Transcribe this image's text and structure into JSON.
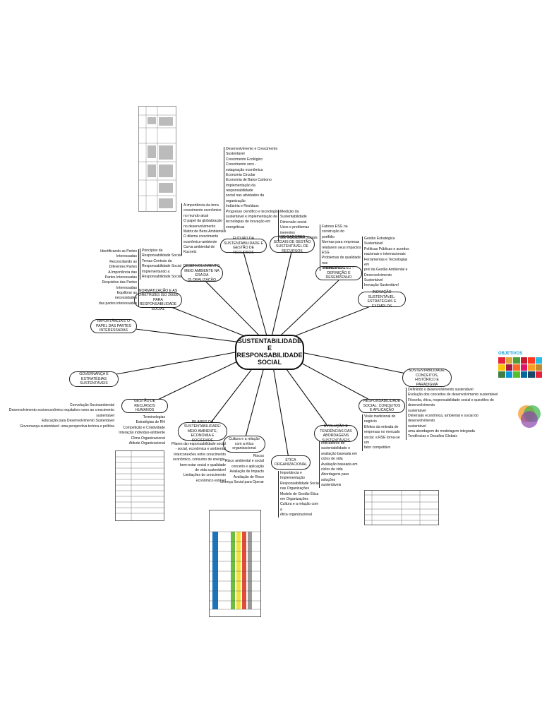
{
  "center": {
    "title": "SUSTENTABILIDADE E RESPONSABILIDADE SOCIAL"
  },
  "nodes": {
    "importancia": "IMPORTÂNCIA E O PAPEL DAS PARTES INTERESSADAS",
    "normatizacao": "NORMATIZAÇÃO E AS DIRETRIZES ISO 26000 PARA RESPONSABILIDADE SOCIAL",
    "desenvolvimento": "DESENVOLVIMENTO, MEIO AMBIENTE NA ERA DA GLOBALIZAÇÃO",
    "futuro": "FUTURO DA SUSTENTABILIDADE E GESTÃO DE RECURSOS",
    "indicadores": "INDICADORES SOCIAIS DE GESTÃO SUSTENTÁVEL DE RECURSOS",
    "principio": "PRINCIPIO ESG – DEFINIÇÃO E DESEMPENHO",
    "inovacao": "INOVAÇÃO SUSTENTÁVEL: ESTRATÉGIAS E EXEMPLOS",
    "conceitos": "SUSTENTABILIDADE: CONCEITOS, HISTÓRICO E PARADIGMA",
    "rs_conceitos": "RESPONSABILIDADE SOCIAL: CONCEITOS E APLICAÇÃO",
    "evolucao": "EVOLUÇÃO E TENDÊNCIAS DAS ABORDAGENS SUSTENTÁVEIS",
    "etica": "ÉTICA ORGANIZACIONAL",
    "cultura": "Cultura e a relação com a ética organizacional",
    "pilares": "PILARES DA SUSTENTABILIDADE: MEIO AMBIENTE, ECONOMIA E SOCIEDADE",
    "gestao_rh": "GESTÃO DE RECURSOS HUMANOS",
    "governanca": "GOVERNANÇA E ESTRATÉGIAS SUSTENTÁVEIS"
  },
  "texts": {
    "partes": "Identificando as Partes\nInteressadas\nReconciliando as\nDiferentes Partes\nA Importância das\nPartes Interessadas\nRequisitos das Partes\nInteressadas\nEquilibrar as necessidades\ndas partes interessadas",
    "iso": "Princípios da\nResponsabilidade Social\nTemas Centrais da\nResponsabilidade Social\nImplementando a\nResponsabilidade Social",
    "globalizacao": "A importância da terra\ncrescimento econômico\nno mundo atual\nO papel da globalização\nno desenvolvimento\nMatriz de Bens Ambientais\nO dilema crescimento\neconômico-ambiente\nCurva ambiental de Kuznets",
    "futuro": "Desenvolvimento e Crescimento\nSustentável\nCrescimento Ecológico\nCrescimento zero -\nestagnação econômica\nEconomia Circular\nEconomia de Baixo Carbono\nImplementação da responsabilidade\nsocial nas atividades da organização\nIndústria e Resíduos\nProgresso científico e tecnológico\nsustentável e implementação de\ntecnologias de inovação em\nenergéticas",
    "indicadores": "Medição da Sustentabilidade\nDimensão social\nUsos e problemas inerentes\naos indicadores sociais",
    "esg": "Fatores ESG na construção do\nportfólio\nNormas para empresas\nrelatarem seus impactos ESG\nProblemas de qualidade nos\nrelatórios ESG",
    "inovacao": "Gestão Estratégica Sustentável\nPolíticas Públicas e acordos\nnacionais e internacionais\nFerramentas e Tecnologias em\nprol da Gestão Ambiental e\nDesenvolvimento\nSustentável\nInovação Sustentável",
    "conceitos": "Definindo o desenvolvimento sustentável\nEvolução dos conceitos de desenvolvimento sustentável\nFilosofia, ética, responsabilidade social e questões do desenvolvimento\nsustentável\nDimensão econômica, ambiental e social do desenvolvimento\nsustentável\numa abordagem de modelagem integrada\nTendências e Desafios Globais",
    "rs": "Visão tradicional do negócio\nEfeitos da entrada de\nempresas no mercado\nsocial: a RSE torna-se um\nfator competitivo",
    "evolucao": "Indicadores de\nsustentabilidade e\navaliação baseada em\nciclos de vida\n Avaliação baseada em\nciclos de vida\nAbordagens para soluções\nsustentáveis",
    "etica": "Importância e\nImplementação\nResponsabilidade Social\nnas Organizações\n Modelo de Gestão Ética\nem Organizações\nCultura e a relação com a\nética organizacional",
    "cultura": "Riscos\nRisco ambiental e social\nconceito e aplicação\nAvaliação de Impacto\nAvaliação de Risco\nLicença Social para Operar",
    "pilares": "Pilares da responsabilidade social\n- social, econômica e ambiental\nInterconexões entre crescimento\neconômico, consumo de energia,\nbem-estar social e qualidade\nde vida sustentável\nLimitações do crescimento\neconômico estável",
    "rh": "Terminologias\nEstratégias de RH\nCompetição e Criatividade\nInteração indivíduo-ambiente\nClima Organizacional\nAtitude Organizacional",
    "governanca": "Coevolução Socioambiental\nDesenvolvimento socioeconômico equitativo rumo ao crescimento sustentável\nEducação para Desenvolvimento Sustentável\nGovernança sustentável: uma perspectiva teórica e política"
  },
  "sdg": {
    "title": "OBJETIVOS"
  },
  "colors": {
    "sdg": [
      "#e5243b",
      "#dda63a",
      "#4c9f38",
      "#c5192d",
      "#ff3a21",
      "#26bde2",
      "#fcc30b",
      "#a21942",
      "#fd6925",
      "#dd1367",
      "#fd9d24",
      "#bf8b2e",
      "#3f7e44",
      "#0a97d9",
      "#56c02b",
      "#00689d",
      "#19486a",
      "#e5243b"
    ],
    "venn": [
      "#f7941d",
      "#39b54a",
      "#8e44ad"
    ]
  }
}
